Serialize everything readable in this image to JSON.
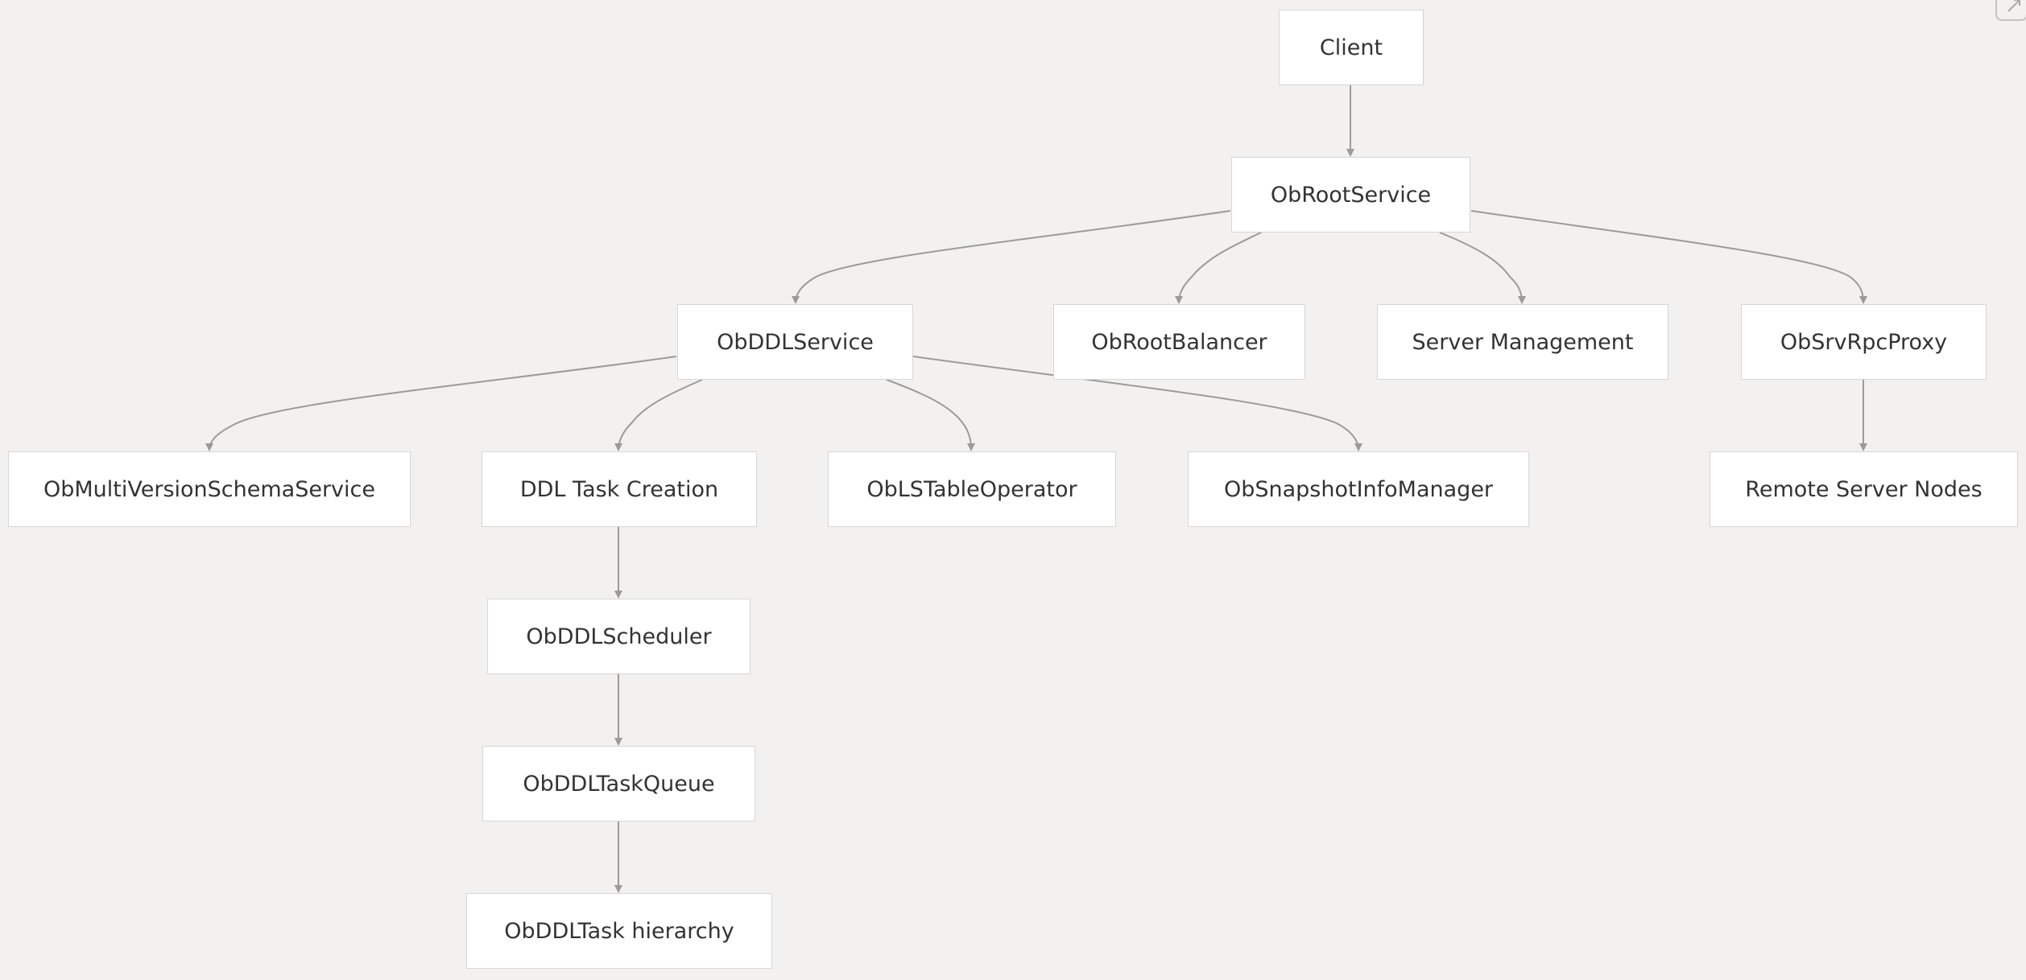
{
  "diagram": {
    "nodes": [
      {
        "id": "client",
        "label": "Client"
      },
      {
        "id": "root-service",
        "label": "ObRootService"
      },
      {
        "id": "ddl-service",
        "label": "ObDDLService"
      },
      {
        "id": "root-balancer",
        "label": "ObRootBalancer"
      },
      {
        "id": "server-management",
        "label": "Server Management"
      },
      {
        "id": "srv-rpc-proxy",
        "label": "ObSrvRpcProxy"
      },
      {
        "id": "multi-version-schema-service",
        "label": "ObMultiVersionSchemaService"
      },
      {
        "id": "ddl-task-creation",
        "label": "DDL Task Creation"
      },
      {
        "id": "ls-table-operator",
        "label": "ObLSTableOperator"
      },
      {
        "id": "snapshot-info-manager",
        "label": "ObSnapshotInfoManager"
      },
      {
        "id": "remote-server-nodes",
        "label": "Remote Server Nodes"
      },
      {
        "id": "ddl-scheduler",
        "label": "ObDDLScheduler"
      },
      {
        "id": "ddl-task-queue",
        "label": "ObDDLTaskQueue"
      },
      {
        "id": "ddl-task-hierarchy",
        "label": "ObDDLTask hierarchy"
      }
    ],
    "edges": [
      {
        "from": "client",
        "to": "root-service"
      },
      {
        "from": "root-service",
        "to": "ddl-service"
      },
      {
        "from": "root-service",
        "to": "root-balancer"
      },
      {
        "from": "root-service",
        "to": "server-management"
      },
      {
        "from": "root-service",
        "to": "srv-rpc-proxy"
      },
      {
        "from": "ddl-service",
        "to": "multi-version-schema-service"
      },
      {
        "from": "ddl-service",
        "to": "ddl-task-creation"
      },
      {
        "from": "ddl-service",
        "to": "ls-table-operator"
      },
      {
        "from": "ddl-service",
        "to": "snapshot-info-manager"
      },
      {
        "from": "srv-rpc-proxy",
        "to": "remote-server-nodes"
      },
      {
        "from": "ddl-task-creation",
        "to": "ddl-scheduler"
      },
      {
        "from": "ddl-scheduler",
        "to": "ddl-task-queue"
      },
      {
        "from": "ddl-task-queue",
        "to": "ddl-task-hierarchy"
      }
    ]
  }
}
